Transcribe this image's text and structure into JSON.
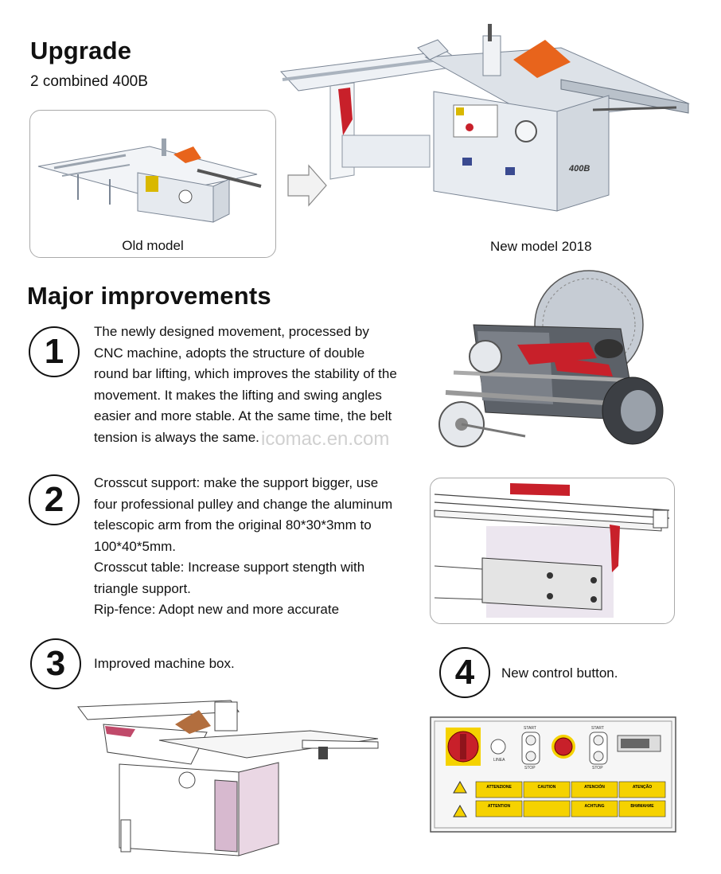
{
  "upgrade": {
    "title": "Upgrade",
    "subtitle": "2 combined 400B",
    "old_caption": "Old model",
    "new_caption": "New model 2018"
  },
  "improvements": {
    "title": "Major improvements",
    "items": [
      {
        "number": "1",
        "lines": [
          "The newly designed movement, processed by",
          "CNC machine, adopts the structure of double",
          "round bar lifting, which improves the stability of the",
          "movement. It makes the lifting and swing angles",
          "easier and more stable. At the same time, the belt",
          "tension is always the same."
        ]
      },
      {
        "number": "2",
        "lines": [
          "Crosscut support: make the support bigger, use",
          "four professional pulley and change the aluminum",
          "telescopic arm from the original 80*30*3mm to",
          "100*40*5mm.",
          "Crosscut table: Increase support stength with",
          "triangle support.",
          "Rip-fence: Adopt new and more accurate"
        ]
      },
      {
        "number": "3",
        "text": "Improved machine box."
      },
      {
        "number": "4",
        "text": "New control button."
      }
    ]
  },
  "watermark": "icomac.en.com",
  "machine_label": "400B",
  "control_panel": {
    "labels": {
      "start": "START",
      "stop": "STOP",
      "linea": "LINEA"
    },
    "warnings": [
      "ATTENZIONE",
      "CAUTION",
      "ATENCIÓN",
      "ATENÇÃO",
      "ATTENTION",
      "ACHTUNG",
      "ВНИМАНИЕ"
    ]
  },
  "colors": {
    "accent_red": "#c8202a",
    "machine_body": "#e8ecf1",
    "blade_orange": "#e8641c",
    "warning_yellow": "#f5d200"
  }
}
